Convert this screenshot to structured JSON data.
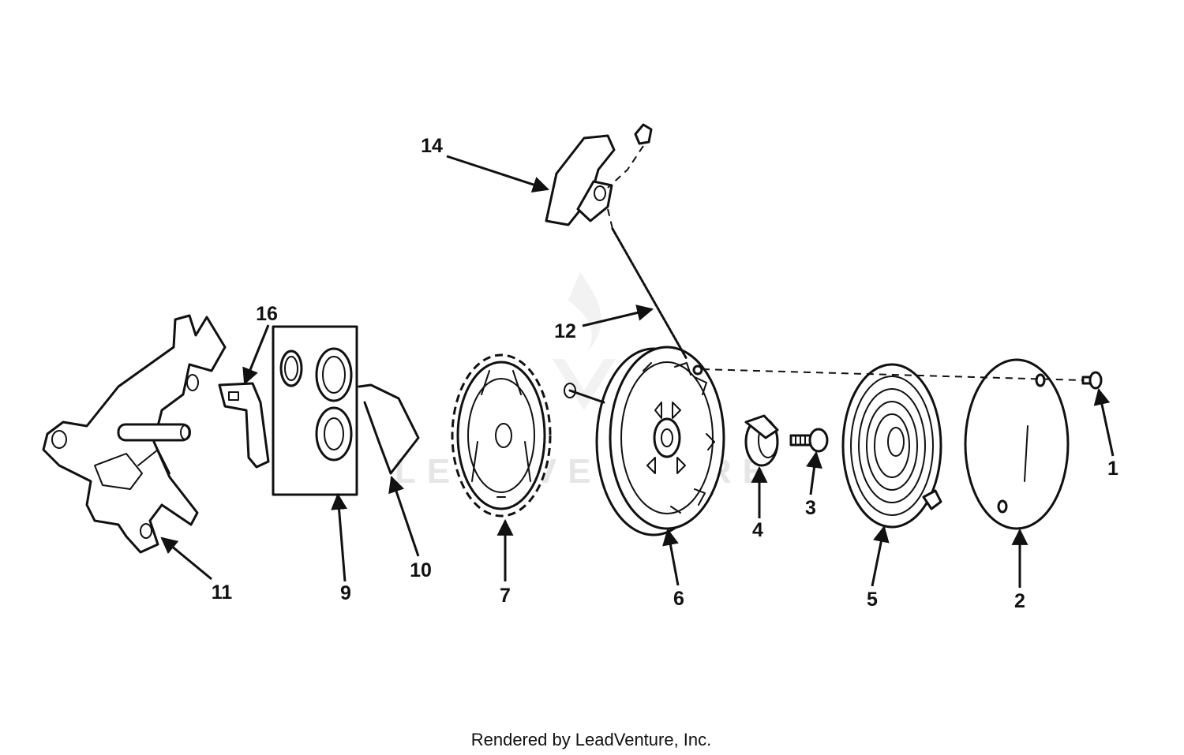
{
  "diagram": {
    "callouts": [
      {
        "id": "1",
        "label": "1"
      },
      {
        "id": "2",
        "label": "2"
      },
      {
        "id": "3",
        "label": "3"
      },
      {
        "id": "4",
        "label": "4"
      },
      {
        "id": "5",
        "label": "5"
      },
      {
        "id": "6",
        "label": "6"
      },
      {
        "id": "7",
        "label": "7"
      },
      {
        "id": "9",
        "label": "9"
      },
      {
        "id": "10",
        "label": "10"
      },
      {
        "id": "11",
        "label": "11"
      },
      {
        "id": "12",
        "label": "12"
      },
      {
        "id": "14",
        "label": "14"
      },
      {
        "id": "16",
        "label": "16"
      }
    ],
    "watermark": "LEADVENTURE",
    "footer": "Rendered by LeadVenture, Inc.",
    "colors": {
      "ink": "#111111",
      "background": "#ffffff",
      "watermark": "#e6e6e6"
    }
  }
}
